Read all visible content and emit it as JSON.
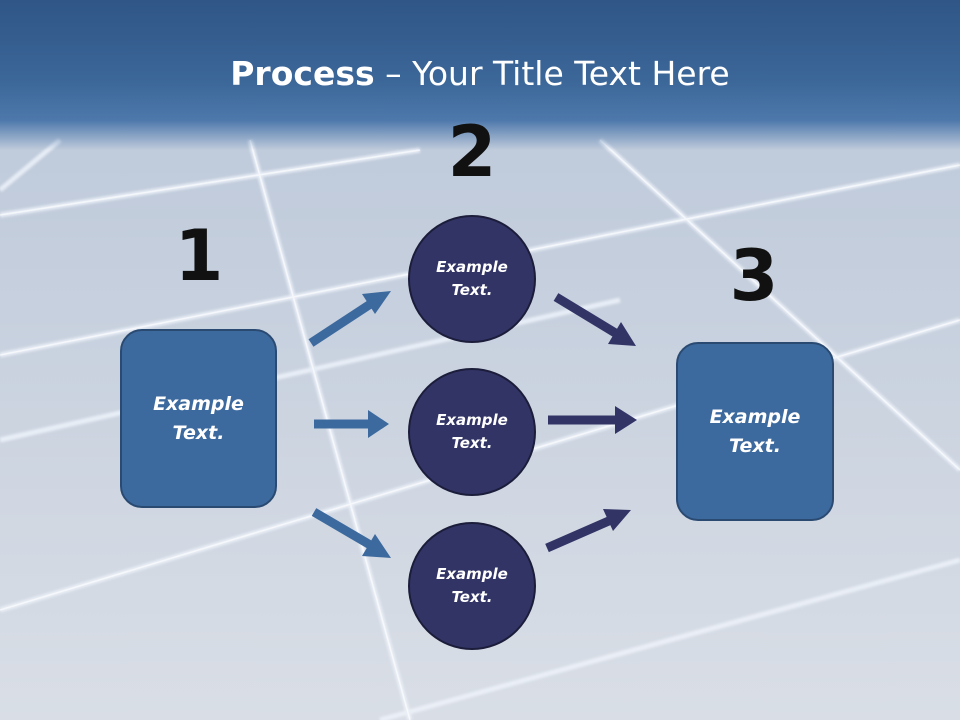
{
  "title": {
    "bold_part": "Process",
    "rest_part": " – Your Title Text Here"
  },
  "steps": {
    "step1": {
      "number": "1",
      "box_text": "Example Text."
    },
    "step2": {
      "number": "2",
      "circles": [
        {
          "text": "Example Text."
        },
        {
          "text": "Example Text."
        },
        {
          "text": "Example Text."
        }
      ]
    },
    "step3": {
      "number": "3",
      "box_text": "Example Text."
    }
  },
  "colors": {
    "header": "#3c6799",
    "box_fill": "#3d6a9e",
    "circle_fill": "#323466",
    "arrow_left": "#3d6a9e",
    "arrow_right": "#323466"
  }
}
